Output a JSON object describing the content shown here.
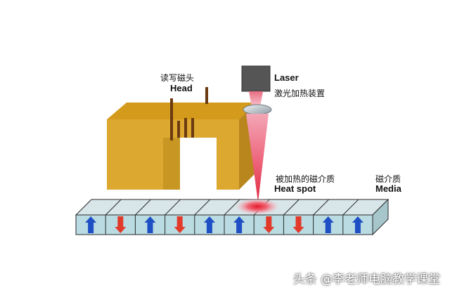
{
  "labels": {
    "head_cn": "读写磁头",
    "head_en": "Head",
    "laser_en": "Laser",
    "laser_cn": "激光加热装置",
    "heatspot_cn": "被加热的磁介质",
    "heatspot_en": "Heat spot",
    "media_cn": "磁介质",
    "media_en": "Media"
  },
  "watermark": "头条 @李老师电脑教学课堂",
  "media_cells": [
    {
      "direction": "up"
    },
    {
      "direction": "down"
    },
    {
      "direction": "up"
    },
    {
      "direction": "down"
    },
    {
      "direction": "up"
    },
    {
      "direction": "up"
    },
    {
      "direction": "down"
    },
    {
      "direction": "down"
    },
    {
      "direction": "up"
    },
    {
      "direction": "up"
    }
  ],
  "colors": {
    "head_front": "#dca830",
    "head_top": "#d49a1c",
    "head_side": "#b8861c",
    "coil": "#6b3a12",
    "laser_box": "#555555",
    "beam": "#e8485a",
    "media_top": "#d8e6ea",
    "media_front": "#b9dbe1",
    "media_end": "#a6c6cc",
    "arrow_up": "#1f4fc4",
    "arrow_down": "#e23a2a"
  }
}
